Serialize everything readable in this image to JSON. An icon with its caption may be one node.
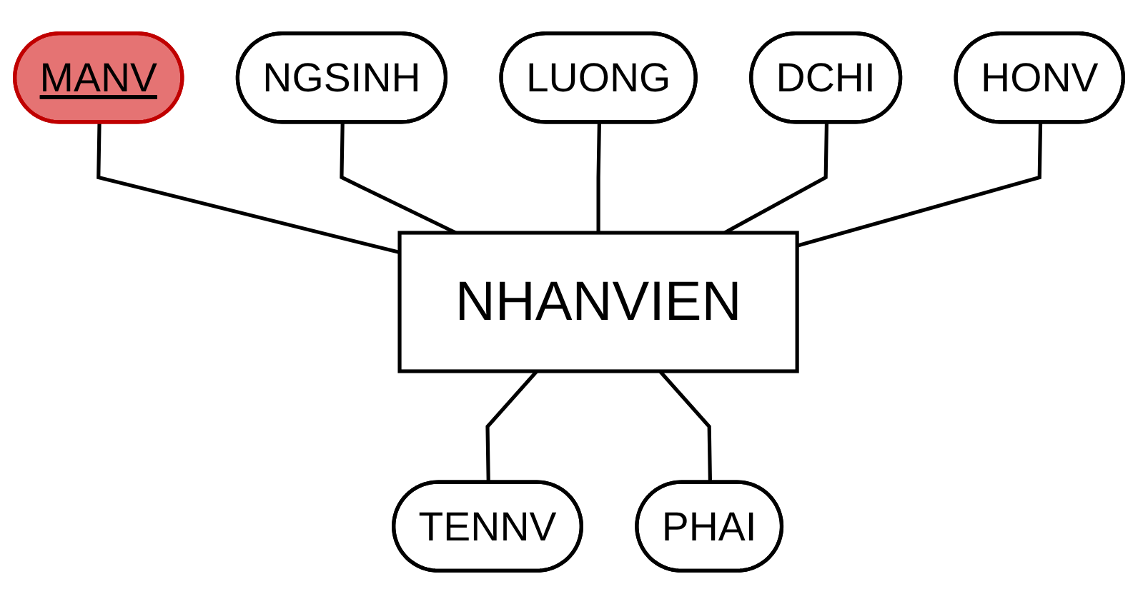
{
  "diagram": {
    "nodes": [
      {
        "text": [
          "MANV"
        ]
      },
      {
        "text": [
          "NGSINH"
        ]
      },
      {
        "text": [
          "LUONG"
        ]
      },
      {
        "text": [
          "DCHI"
        ]
      },
      {
        "text": [
          "HONV"
        ]
      },
      {
        "text": [
          "NHANVIEN"
        ]
      },
      {
        "text": [
          "TENNV"
        ]
      },
      {
        "text": [
          "PHAI"
        ]
      }
    ],
    "edges": [
      {
        "from": 0,
        "to": 5,
        "arrow": "none"
      },
      {
        "from": 1,
        "to": 5,
        "arrow": "none"
      },
      {
        "from": 2,
        "to": 5,
        "arrow": "none"
      },
      {
        "from": 3,
        "to": 5,
        "arrow": "none"
      },
      {
        "from": 4,
        "to": 5,
        "arrow": "none"
      },
      {
        "from": 5,
        "to": 6,
        "arrow": "none"
      },
      {
        "from": 5,
        "to": 7,
        "arrow": "none"
      }
    ]
  }
}
